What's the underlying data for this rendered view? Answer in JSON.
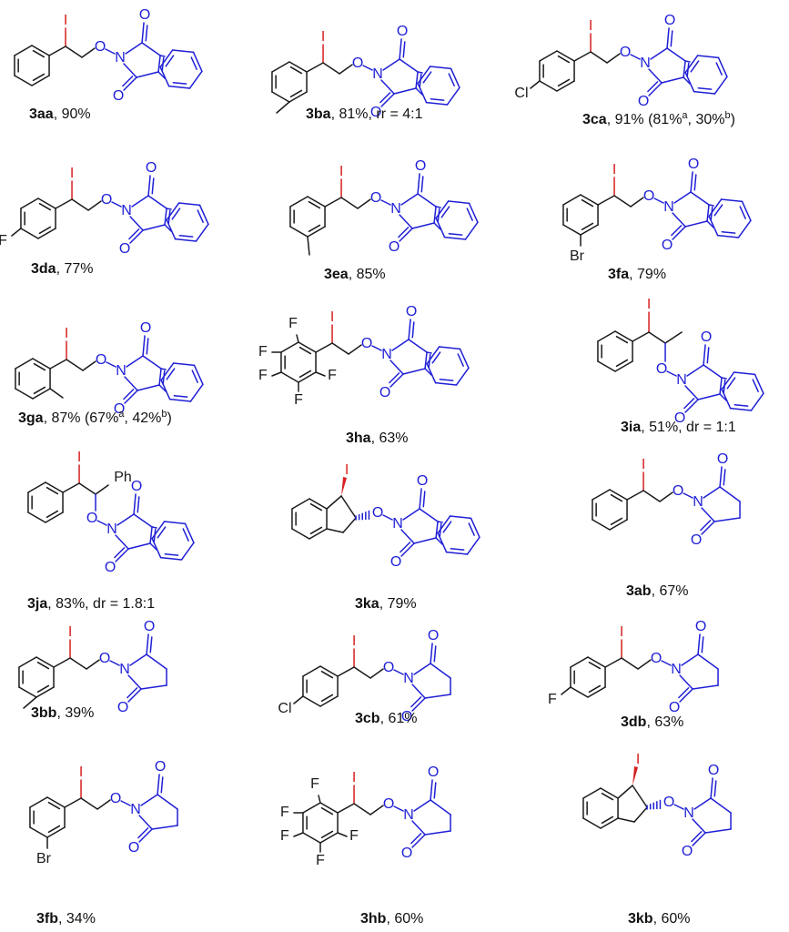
{
  "compounds": [
    {
      "id": "3aa",
      "rest": ", 90%",
      "sup_a": "",
      "sup_b": ""
    },
    {
      "id": "3ba",
      "rest": ", 81%, rr = 4:1",
      "sup_a": "",
      "sup_b": ""
    },
    {
      "id": "3ca",
      "rest": ", 91% (81%",
      "sup_a": "a",
      "mid": ", 30%",
      "sup_b": "b",
      "tail": ")"
    },
    {
      "id": "3da",
      "rest": ", 77%"
    },
    {
      "id": "3ea",
      "rest": ", 85%"
    },
    {
      "id": "3fa",
      "rest": ", 79%"
    },
    {
      "id": "3ga",
      "rest": ", 87% (67%",
      "sup_a": "a",
      "mid": ", 42%",
      "sup_b": "b",
      "tail": ")"
    },
    {
      "id": "3ha",
      "rest": ", 63%"
    },
    {
      "id": "3ia",
      "rest": ", 51%, dr = 1:1"
    },
    {
      "id": "3ja",
      "rest": ", 83%, dr = 1.8:1"
    },
    {
      "id": "3ka",
      "rest": ", 79%"
    },
    {
      "id": "3ab",
      "rest": ", 67%"
    },
    {
      "id": "3bb",
      "rest": ", 39%"
    },
    {
      "id": "3cb",
      "rest": ", 61%"
    },
    {
      "id": "3db",
      "rest": ", 63%"
    },
    {
      "id": "3fb",
      "rest": ", 34%"
    },
    {
      "id": "3hb",
      "rest": ", 60%"
    },
    {
      "id": "3kb",
      "rest": ", 60%"
    }
  ],
  "atoms": {
    "iodine": "I",
    "oxygen": "O",
    "nitrogen": "N",
    "chlorine": "Cl",
    "fluorine": "F",
    "bromine": "Br",
    "phenyl": "Ph"
  },
  "colors": {
    "bond": "#1a1a1a",
    "imide": "#1f1fd6",
    "iodine": "#d62020"
  }
}
